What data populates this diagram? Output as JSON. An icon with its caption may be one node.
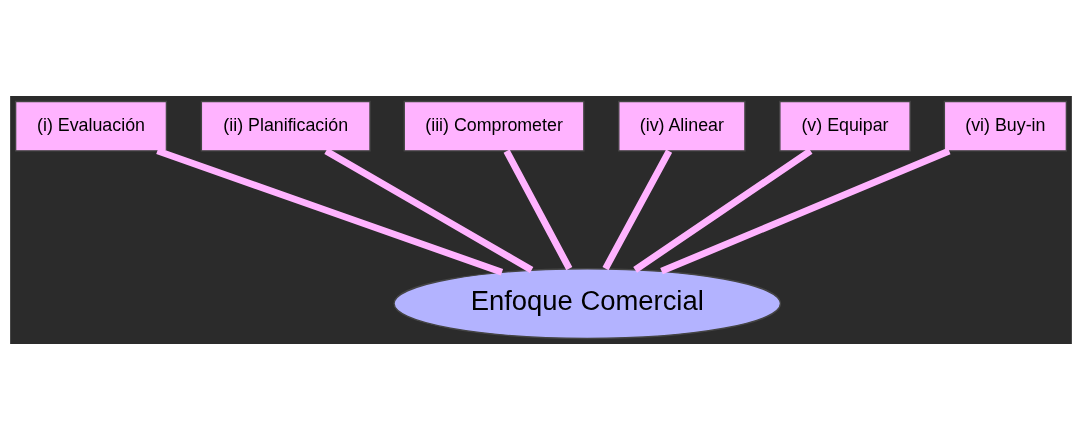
{
  "diagram": {
    "nodes": [
      {
        "text": [
          "(i) Evaluación"
        ]
      },
      {
        "text": [
          "(ii) Planificación"
        ]
      },
      {
        "text": [
          "(iii) Comprometer"
        ]
      },
      {
        "text": [
          "(iv) Alinear"
        ]
      },
      {
        "text": [
          "(v) Equipar"
        ]
      },
      {
        "text": [
          "(vi) Buy-in"
        ]
      },
      {
        "text": [
          "Enfoque Comercial"
        ]
      }
    ],
    "edges": [
      {
        "from": 6,
        "to": 0,
        "arrow": "none"
      },
      {
        "from": 6,
        "to": 1,
        "arrow": "none"
      },
      {
        "from": 6,
        "to": 2,
        "arrow": "none"
      },
      {
        "from": 6,
        "to": 3,
        "arrow": "none"
      },
      {
        "from": 6,
        "to": 4,
        "arrow": "none"
      },
      {
        "from": 6,
        "to": 5,
        "arrow": "none"
      }
    ]
  }
}
